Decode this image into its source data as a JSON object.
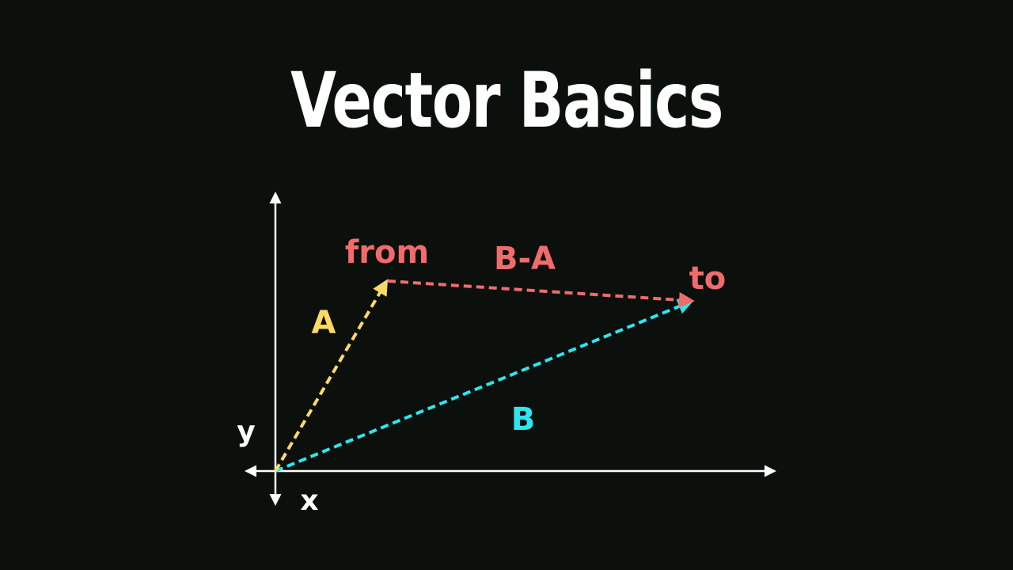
{
  "title": "Vector Basics",
  "axes": {
    "x_label": "x",
    "y_label": "y"
  },
  "vectors": {
    "a": {
      "label": "A",
      "color": "#ffd866"
    },
    "b": {
      "label": "B",
      "color": "#2ce6f0"
    },
    "b_minus_a": {
      "label": "B-A",
      "color": "#f26b6b"
    }
  },
  "points": {
    "from": {
      "label": "from",
      "color": "#f26b6b"
    },
    "to": {
      "label": "to",
      "color": "#f26b6b"
    }
  },
  "colors": {
    "background": "#0b100c",
    "axis": "#ffffff",
    "title": "#ffffff"
  }
}
